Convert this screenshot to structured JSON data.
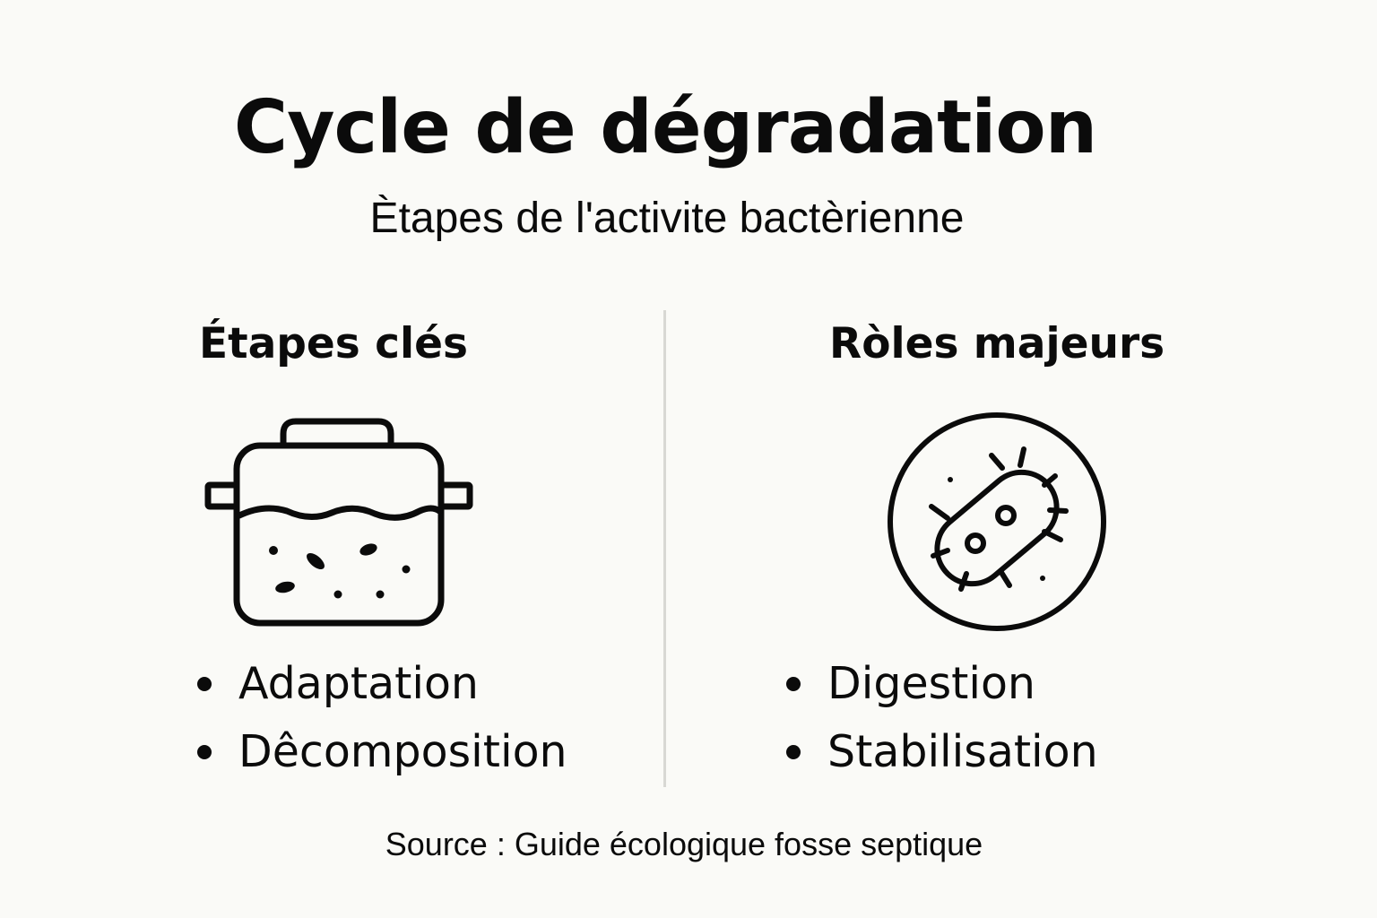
{
  "header": {
    "title": "Cycle de dégradation",
    "subtitle": "Ètapes de l'activite bactèrienne"
  },
  "columns": [
    {
      "heading": "Étapes clés",
      "icon": "cooking-pot-icon",
      "items": [
        {
          "label": "Adaptation"
        },
        {
          "label": "Dêcomposition"
        }
      ]
    },
    {
      "heading": "Ròles majeurs",
      "icon": "bacteria-icon",
      "items": [
        {
          "label": "Digestion"
        },
        {
          "label": "Stabilisation"
        }
      ]
    }
  ],
  "footer": {
    "source": "Source : Guide écologique fosse septique"
  },
  "colors": {
    "background": "#fafaf7",
    "text": "#0b0b0b",
    "divider": "#d8d8d4"
  }
}
